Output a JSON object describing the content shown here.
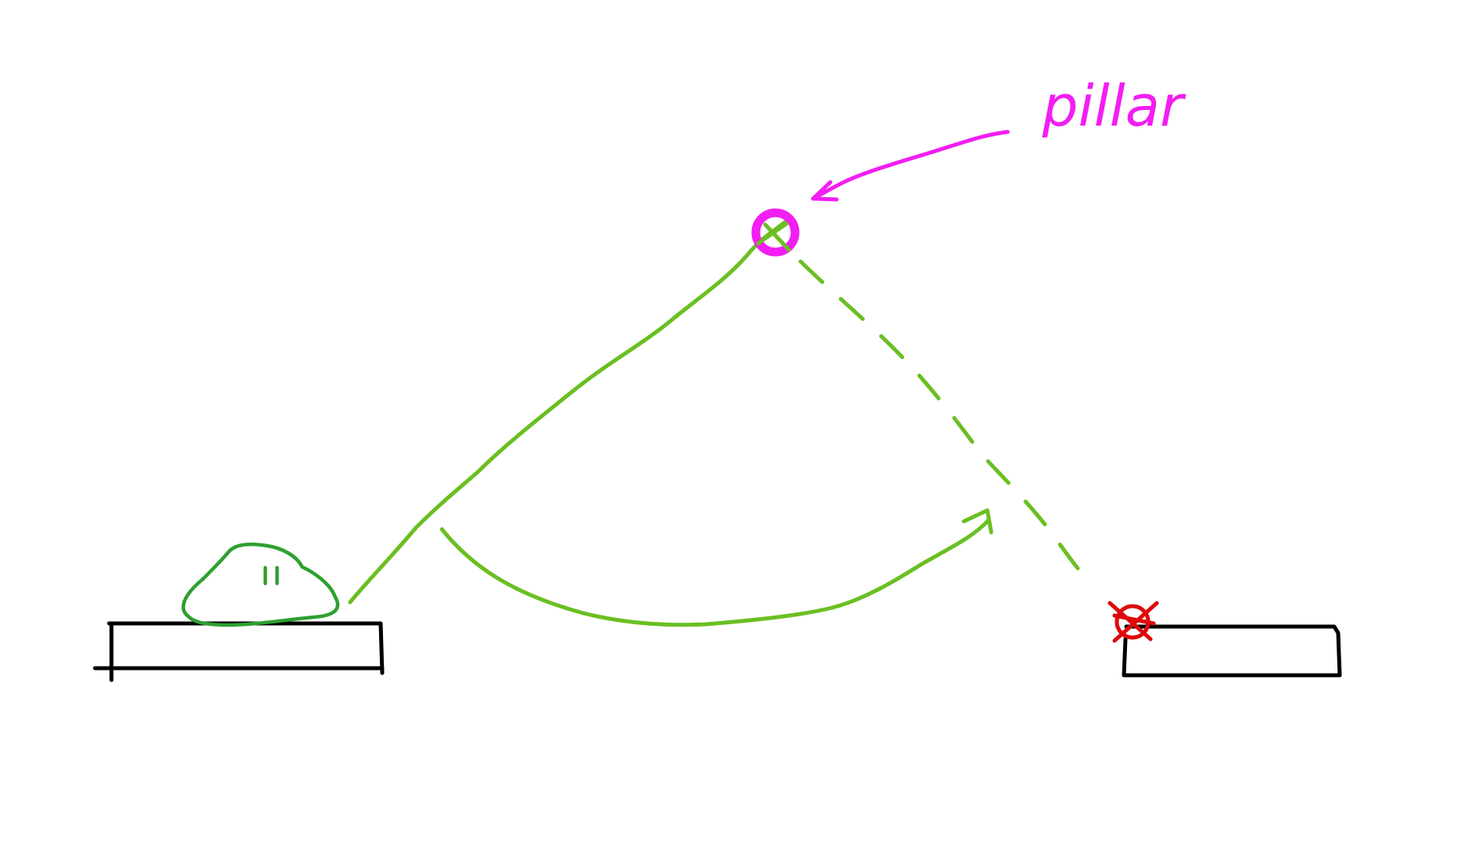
{
  "diagram": {
    "annotation_label": "pillar",
    "colors": {
      "background": "#ffffff",
      "platform": "#000000",
      "slime_character": "#2ea02e",
      "trajectory": "#6abf22",
      "pillar_marker": "#f21ef2",
      "annotation": "#f21ef2",
      "target_marker": "#dd0b0b"
    },
    "elements": {
      "left_platform": "platform",
      "right_platform": "platform",
      "character": "slime",
      "pillar": "circle-with-x",
      "target": "red-x-marker"
    }
  }
}
